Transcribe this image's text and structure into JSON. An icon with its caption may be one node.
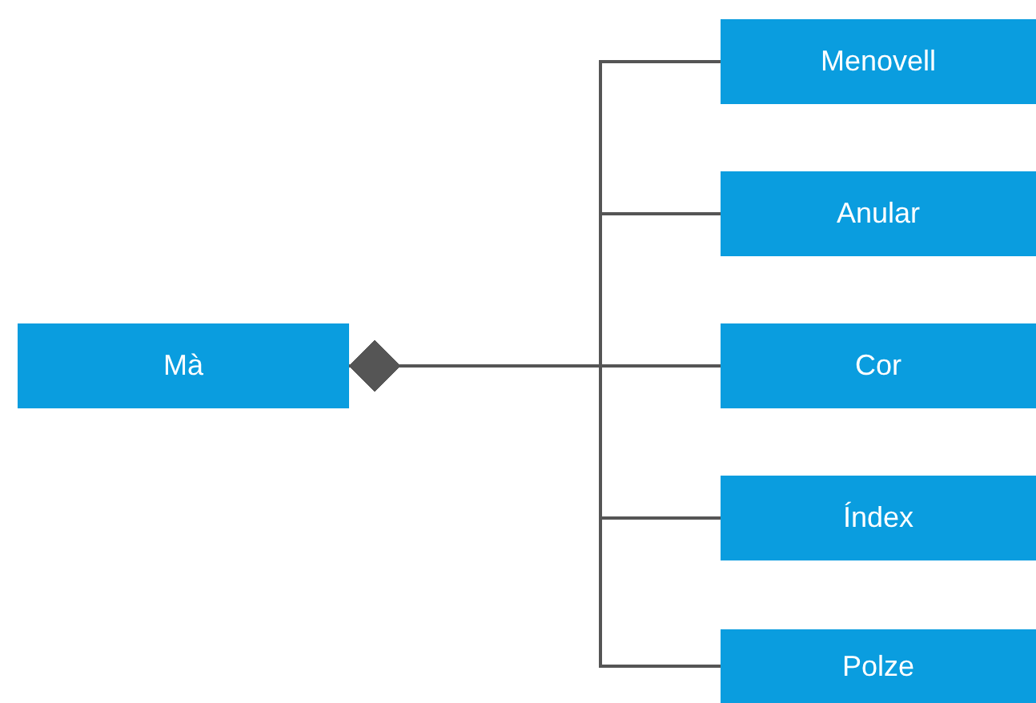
{
  "diagram": {
    "nodes": [
      {
        "text": [
          "Mà"
        ]
      },
      {
        "text": [
          "Menovell"
        ]
      },
      {
        "text": [
          "Anular"
        ]
      },
      {
        "text": [
          "Cor"
        ]
      },
      {
        "text": [
          "Índex"
        ]
      },
      {
        "text": [
          "Polze"
        ]
      }
    ],
    "edges": [
      {
        "from": 0,
        "to": 1,
        "arrow": "other"
      },
      {
        "from": 0,
        "to": 2,
        "arrow": "other"
      },
      {
        "from": 0,
        "to": 3,
        "arrow": "other"
      },
      {
        "from": 0,
        "to": 4,
        "arrow": "other"
      },
      {
        "from": 0,
        "to": 5,
        "arrow": "other"
      }
    ]
  }
}
